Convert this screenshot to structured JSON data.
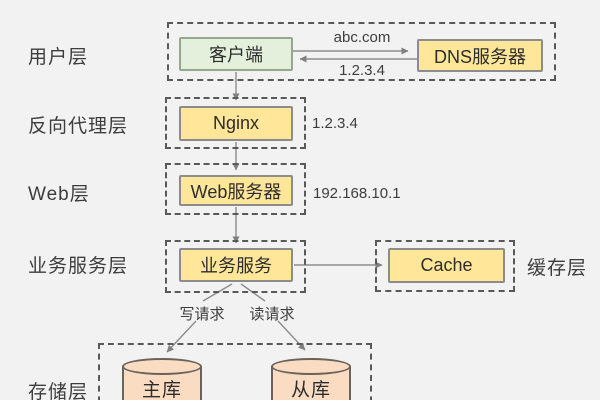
{
  "colors": {
    "background": "#f2f2f2",
    "box_yellow": "#ffe699",
    "box_green": "#e4f0db",
    "cylinder_peach": "#fadcc3",
    "dashed_border": "#595959",
    "arrow": "#8c8c8c",
    "text": "#3d3d3d"
  },
  "layers": {
    "user": "用户层",
    "proxy": "反向代理层",
    "web": "Web层",
    "service": "业务服务层",
    "cache": "缓存层",
    "storage": "存储层"
  },
  "nodes": {
    "client": "客户端",
    "dns": "DNS服务器",
    "nginx": "Nginx",
    "web_server": "Web服务器",
    "app_service": "业务服务",
    "cache": "Cache",
    "master_db": "主库",
    "slave_db": "从库"
  },
  "annotations": {
    "dns_query": "abc.com",
    "dns_answer": "1.2.3.4",
    "nginx_ip": "1.2.3.4",
    "web_server_ip": "192.168.10.1",
    "write_request": "写请求",
    "read_request": "读请求"
  }
}
